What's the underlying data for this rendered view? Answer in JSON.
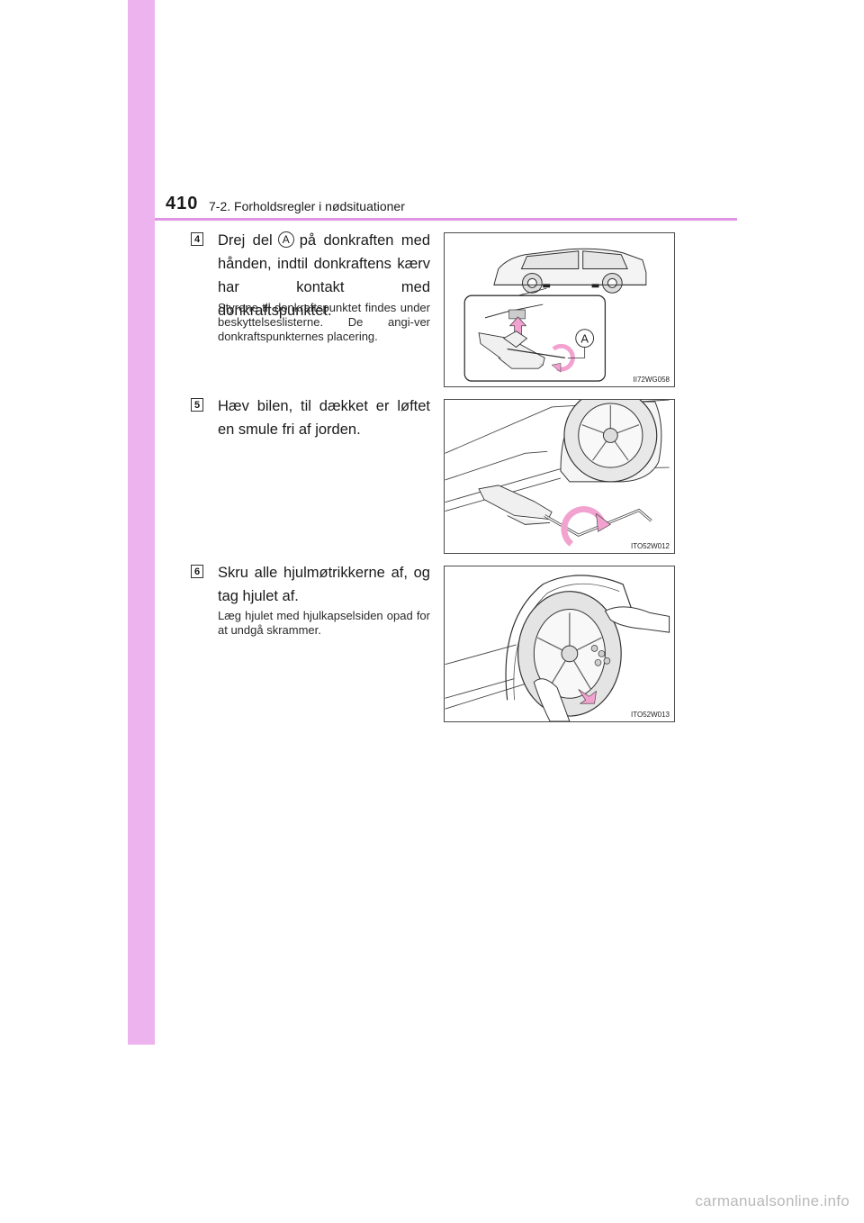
{
  "header": {
    "page_number": "410",
    "section_title": "7-2. Forholdsregler i nødsituationer"
  },
  "steps": [
    {
      "number": "4",
      "text_part1": "Drej del",
      "callout": "A",
      "text_part2": "på donkraften med hånden, indtil donkraftens kærv har kontakt med donkraftspunktet.",
      "subtext": "Styrene til donkraftspunktet findes under beskyttelseslisterne. De angi-ver donkraftspunkternes placering.",
      "figure": {
        "code": "II72WG058",
        "label": "A"
      }
    },
    {
      "number": "5",
      "text": "Hæv bilen, til dækket er løftet en smule fri af jorden.",
      "figure": {
        "code": "ITO52W012"
      }
    },
    {
      "number": "6",
      "text": "Skru alle hjulmøtrikkerne af, og tag hjulet af.",
      "subtext": "Læg hjulet med hjulkapselsiden opad for at undgå skrammer.",
      "figure": {
        "code": "ITO52W013"
      }
    }
  ],
  "colors": {
    "sidebar": "#edb3ef",
    "rule": "#df95e3",
    "arrow": "#f2a2cf"
  },
  "watermark": "carmanualsonline.info"
}
